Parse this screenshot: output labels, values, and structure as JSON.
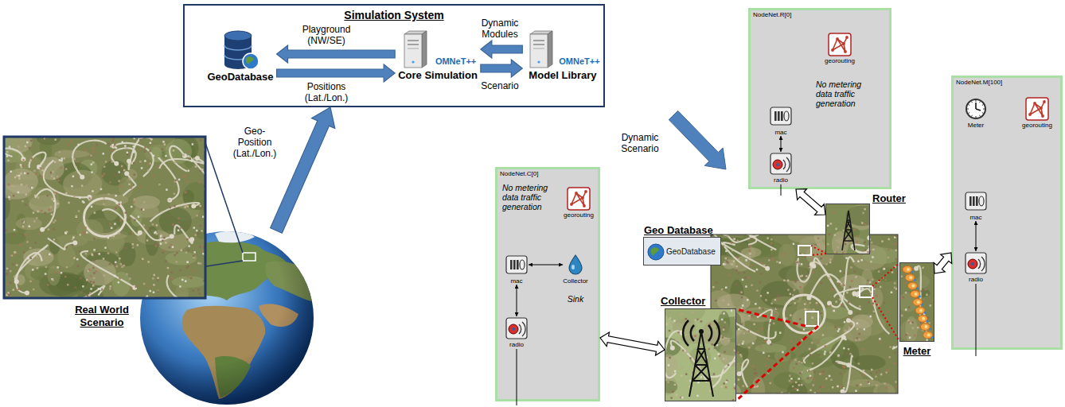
{
  "diagram": {
    "nodes": [
      {
        "text": [
          "Simulation System"
        ]
      },
      {
        "text": [
          "GeoDatabase"
        ],
        "in": 0
      },
      {
        "text": [
          "OMNeT++",
          "Core Simulation"
        ],
        "in": 0
      },
      {
        "text": [
          "OMNeT++",
          "Model Library"
        ],
        "in": 0
      },
      {
        "text": [
          "Real World Scenario"
        ]
      },
      {
        "text": [
          "NodeNet.R[0]",
          "No metering data traffic generation"
        ]
      },
      {
        "text": [
          "georouting"
        ],
        "in": 5
      },
      {
        "text": [
          "mac"
        ],
        "in": 5
      },
      {
        "text": [
          "radio"
        ],
        "in": 5
      },
      {
        "text": [
          "NodeNet.M[100]"
        ]
      },
      {
        "text": [
          "Meter"
        ],
        "in": 9
      },
      {
        "text": [
          "georouting"
        ],
        "in": 9
      },
      {
        "text": [
          "mac"
        ],
        "in": 9
      },
      {
        "text": [
          "radio"
        ],
        "in": 9
      },
      {
        "text": [
          "NodeNet.C[0]",
          "No metering data traffic generation"
        ]
      },
      {
        "text": [
          "georouting"
        ],
        "in": 14
      },
      {
        "text": [
          "mac"
        ],
        "in": 14
      },
      {
        "text": [
          "Collector",
          "Sink"
        ],
        "in": 14
      },
      {
        "text": [
          "radio"
        ],
        "in": 14
      },
      {
        "text": [
          "Geo Database",
          "GeoDatabase"
        ]
      },
      {
        "text": [
          "Router"
        ]
      },
      {
        "text": [
          "Collector"
        ]
      },
      {
        "text": [
          "Meter"
        ]
      }
    ],
    "edges": [
      {
        "from": 2,
        "to": 1,
        "label": "Playground (NW/SE)",
        "arrow": "to"
      },
      {
        "from": 1,
        "to": 2,
        "label": "Positions (Lat./Lon.)",
        "arrow": "to"
      },
      {
        "from": 3,
        "to": 2,
        "label": "Dynamic Modules",
        "arrow": "to"
      },
      {
        "from": 2,
        "to": 3,
        "label": "Scenario",
        "arrow": "to"
      },
      {
        "from": 4,
        "to": 0,
        "label": "Geo-Position (Lat./Lon.)",
        "arrow": "to"
      },
      {
        "from": 7,
        "to": 8,
        "arrow": "both"
      },
      {
        "from": 12,
        "to": 13,
        "arrow": "both"
      },
      {
        "from": 16,
        "to": 18,
        "arrow": "both"
      },
      {
        "from": 16,
        "to": 17,
        "arrow": "both"
      },
      {
        "from": 20,
        "to": 5,
        "arrow": "both"
      },
      {
        "from": 22,
        "to": 9,
        "arrow": "both"
      },
      {
        "from": 21,
        "to": 14,
        "arrow": "both"
      }
    ],
    "labels": [
      "Dynamic Scenario"
    ]
  }
}
